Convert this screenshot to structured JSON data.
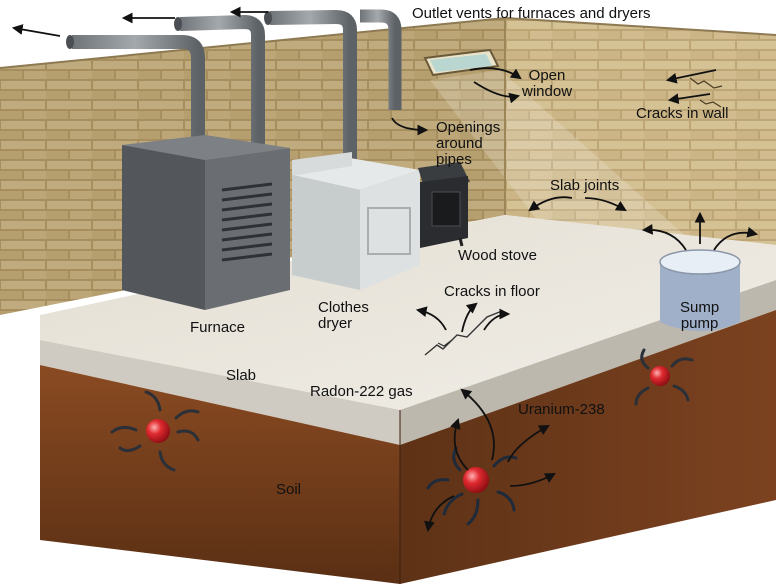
{
  "labels": {
    "outlet_vents": "Outlet vents for furnaces and dryers",
    "open_window": "Open\nwindow",
    "cracks_in_wall": "Cracks in wall",
    "openings_around_pipes": "Openings\naround\npipes",
    "slab_joints": "Slab joints",
    "wood_stove": "Wood stove",
    "cracks_in_floor": "Cracks in floor",
    "sump_pump": "Sump\npump",
    "clothes_dryer": "Clothes\ndryer",
    "furnace": "Furnace",
    "slab": "Slab",
    "radon_gas": "Radon-222 gas",
    "uranium": "Uranium-238",
    "soil": "Soil"
  },
  "colors": {
    "brick": "#c9b27e",
    "slab": "#ece8df",
    "soil": "#7a4020",
    "arrow": "#111111",
    "uranium_atom": "#d8202a"
  }
}
